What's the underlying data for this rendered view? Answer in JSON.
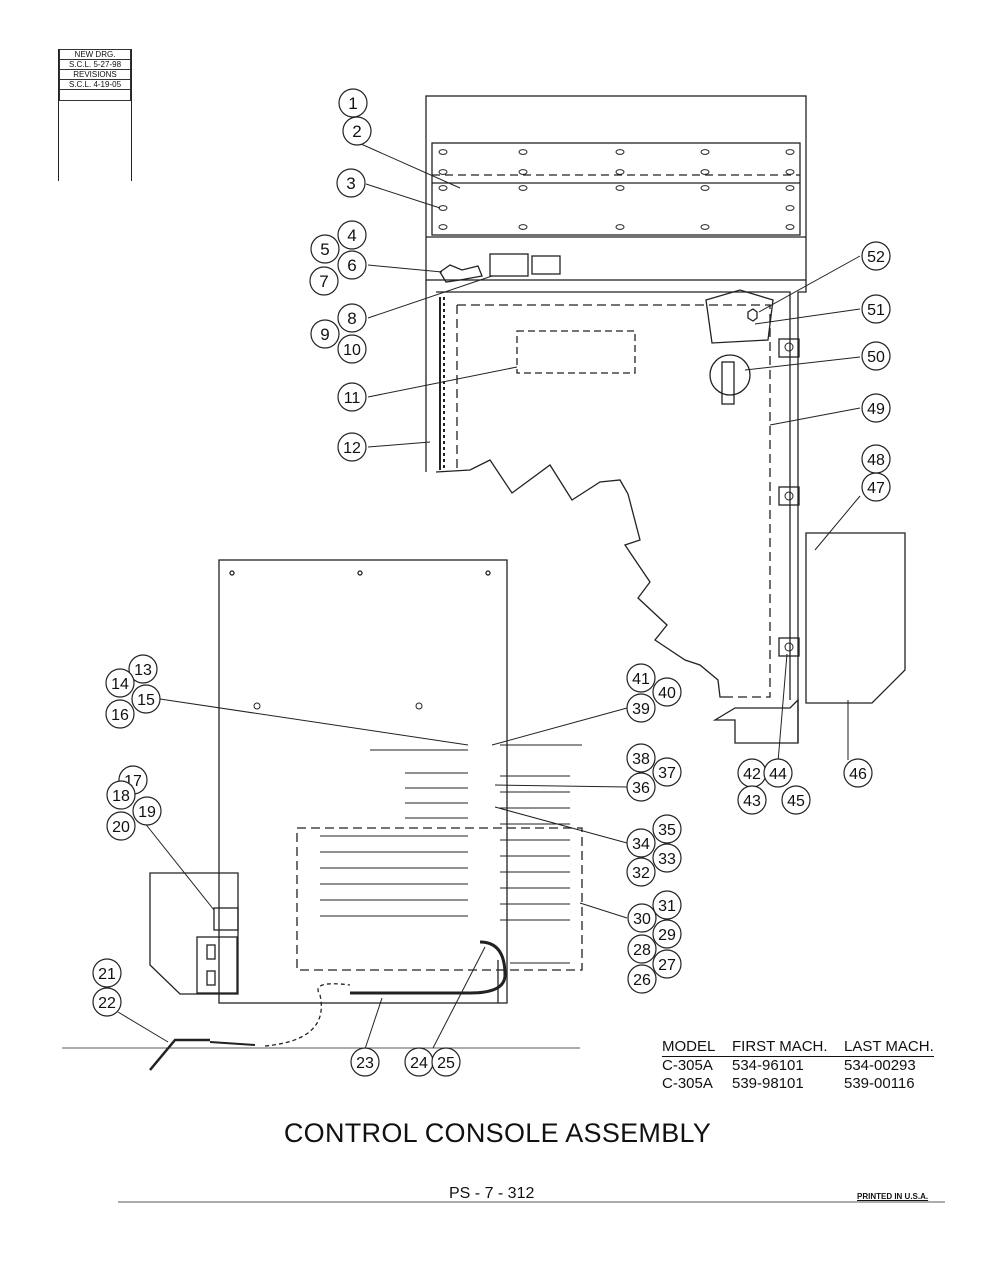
{
  "revision_block": {
    "rows": [
      "NEW DRG.",
      "S.C.L. 5-27-98",
      "REVISIONS",
      "S.C.L. 4-19-05"
    ]
  },
  "callouts": [
    "1",
    "2",
    "3",
    "4",
    "5",
    "6",
    "7",
    "8",
    "9",
    "10",
    "11",
    "12",
    "13",
    "14",
    "15",
    "16",
    "17",
    "18",
    "19",
    "20",
    "21",
    "22",
    "23",
    "24",
    "25",
    "26",
    "27",
    "28",
    "29",
    "30",
    "31",
    "32",
    "33",
    "34",
    "35",
    "36",
    "37",
    "38",
    "39",
    "40",
    "41",
    "42",
    "43",
    "44",
    "45",
    "46",
    "47",
    "48",
    "49",
    "50",
    "51",
    "52"
  ],
  "model_table": {
    "headers": [
      "MODEL",
      "FIRST MACH.",
      "LAST MACH."
    ],
    "rows": [
      [
        "C-305A",
        "534-96101",
        "534-00293"
      ],
      [
        "C-305A",
        "539-98101",
        "539-00116"
      ]
    ]
  },
  "title": "CONTROL CONSOLE ASSEMBLY",
  "page_number": "PS - 7 - 312",
  "printed": "PRINTED IN U.S.A."
}
